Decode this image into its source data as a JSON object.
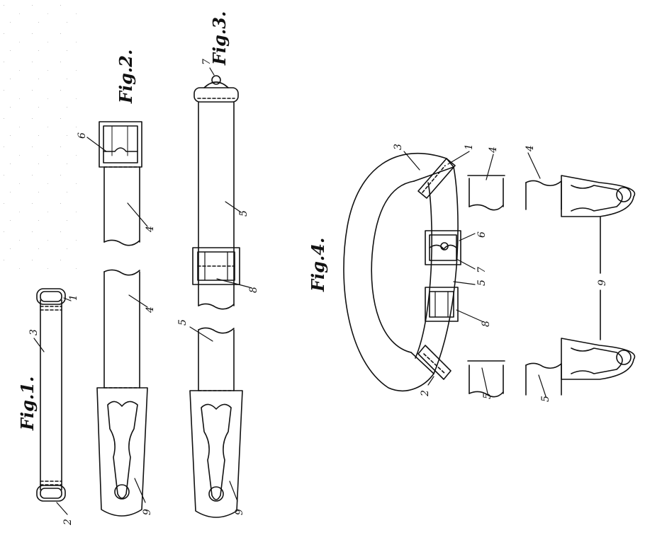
{
  "figures": {
    "fig1": "Fig.1.",
    "fig2": "Fig.2.",
    "fig3": "Fig.3.",
    "fig4": "Fig.4."
  },
  "ref_numerals": {
    "n1": "1",
    "n2": "2",
    "n3": "3",
    "n4": "4",
    "n5": "5",
    "n6": "6",
    "n7": "7",
    "n8": "8",
    "n9": "9"
  }
}
